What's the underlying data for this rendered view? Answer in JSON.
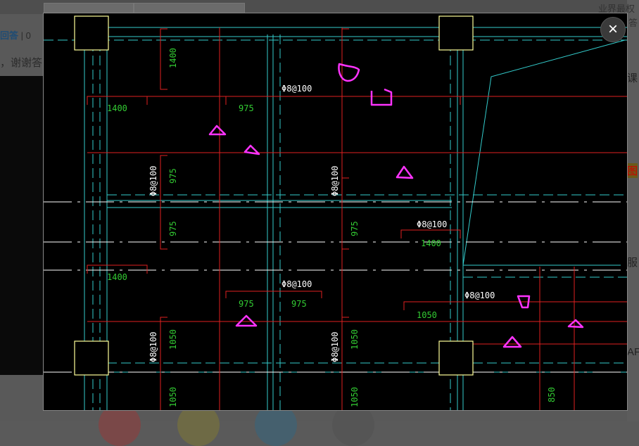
{
  "background": {
    "header_text_right": "业界最权",
    "header_text_right2": "答",
    "left_link": "回答",
    "left_sep": " | 0 ",
    "left_text_line": "，谢谢答",
    "right_labels": [
      "课",
      "服",
      "AF"
    ],
    "right_badge": "图"
  },
  "viewer": {
    "close_label": "×"
  },
  "drawing": {
    "rebar_label": "Φ8@100",
    "dims": {
      "d1400": "1400",
      "d975": "975",
      "d1050": "1050",
      "d850": "850"
    }
  },
  "colors": {
    "cad_background": "#000000",
    "column_outline": "#ffff99",
    "axis_line": "#ffffff",
    "beam_line": "#33cccc",
    "rebar_line": "#e02020",
    "dim_text": "#33cc33",
    "label_text": "#ffffff",
    "markup": "#ff33ff"
  }
}
